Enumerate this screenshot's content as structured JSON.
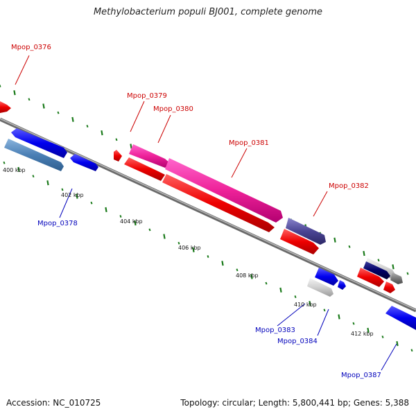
{
  "title": "Methylobacterium populi BJ001, complete genome",
  "footer": {
    "accession": "Accession: NC_010725",
    "summary": "Topology: circular; Length: 5,800,441 bp; Genes: 5,388"
  },
  "colors": {
    "forward_label": "#cc0000",
    "reverse_label": "#0000bb",
    "backbone": "#8a8a8a",
    "tick": "#1a7a1a"
  },
  "ticks": [
    "400 kbp",
    "402 kbp",
    "404 kbp",
    "406 kbp",
    "408 kbp",
    "410 kbp",
    "412 kbp"
  ],
  "gene_labels": [
    {
      "text": "Mpop_0376",
      "strand": "forward"
    },
    {
      "text": "Mpop_0379",
      "strand": "forward"
    },
    {
      "text": "Mpop_0380",
      "strand": "forward"
    },
    {
      "text": "Mpop_0381",
      "strand": "forward"
    },
    {
      "text": "Mpop_0382",
      "strand": "forward"
    },
    {
      "text": "Mpop_0378",
      "strand": "reverse"
    },
    {
      "text": "Mpop_0383",
      "strand": "reverse"
    },
    {
      "text": "Mpop_0384",
      "strand": "reverse"
    },
    {
      "text": "Mpop_0387",
      "strand": "reverse"
    }
  ]
}
